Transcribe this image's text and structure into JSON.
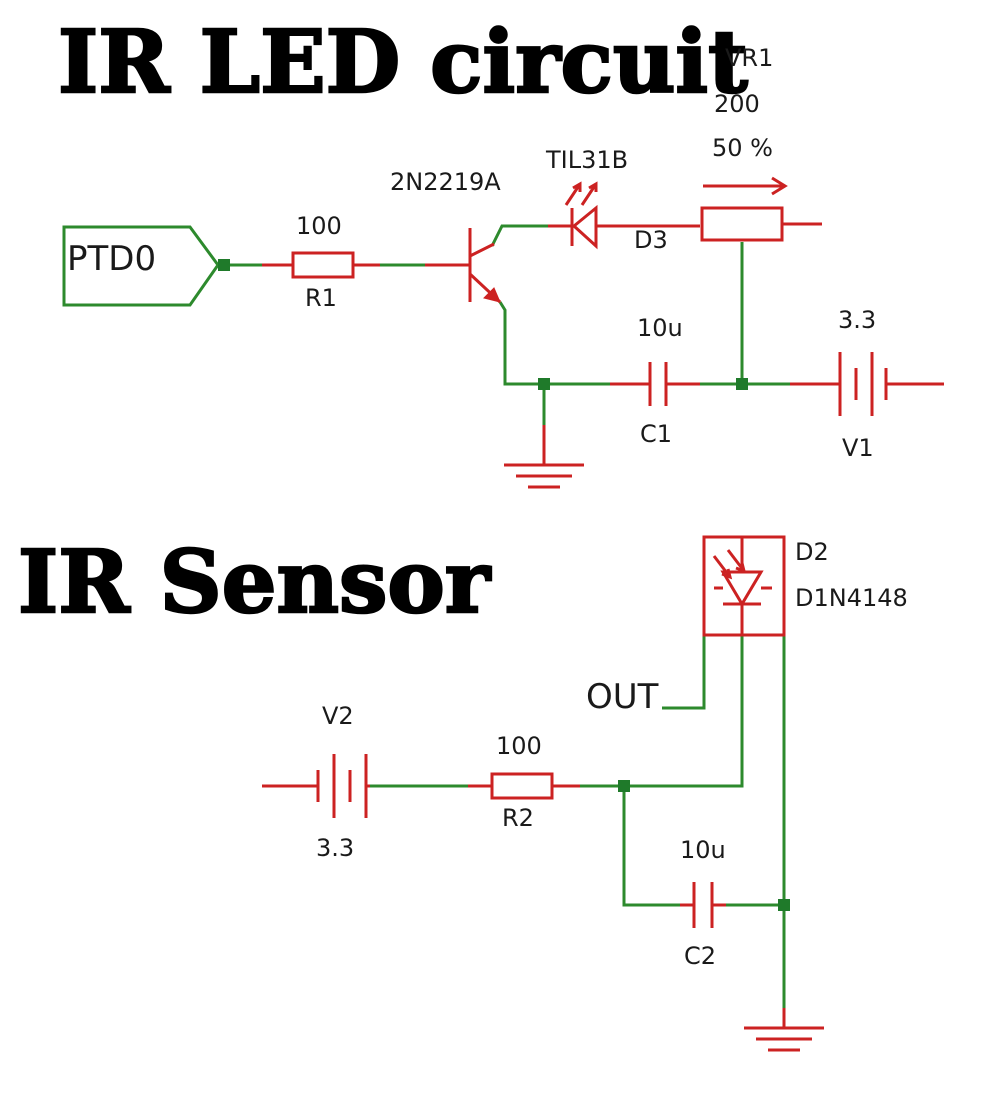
{
  "headings": {
    "led": "IR LED circuit",
    "sensor": "IR Sensor"
  },
  "led_circuit": {
    "port_label": "PTD0",
    "r1": {
      "value": "100",
      "ref": "R1"
    },
    "transistor": {
      "part": "2N2219A"
    },
    "d3": {
      "part": "TIL31B",
      "ref": "D3"
    },
    "pot": {
      "ref": "VR1",
      "value": "200",
      "setting": "50 %"
    },
    "c1": {
      "value": "10u",
      "ref": "C1"
    },
    "v1": {
      "value": "3.3",
      "ref": "V1"
    }
  },
  "sensor_circuit": {
    "d2": {
      "ref": "D2",
      "part": "D1N4148"
    },
    "out_label": "OUT",
    "v2": {
      "ref": "V2",
      "value": "3.3"
    },
    "r2": {
      "value": "100",
      "ref": "R2"
    },
    "c2": {
      "value": "10u",
      "ref": "C2"
    }
  },
  "colors": {
    "component": "#cc2222",
    "wire": "#2d8a2d",
    "junction": "#1f7a2a",
    "text": "#1a1a1a",
    "background": "#ffffff"
  }
}
